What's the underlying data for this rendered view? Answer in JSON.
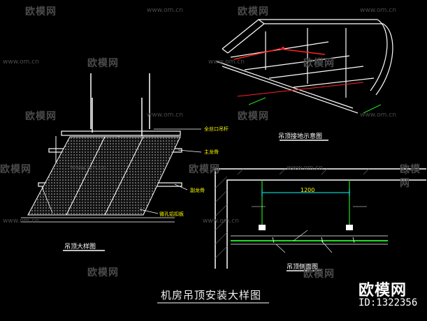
{
  "watermarks": {
    "logo": "欧模网",
    "url": "www.om.cn"
  },
  "drawing": {
    "main_title": "机房吊顶安装大样图",
    "detail_big": "吊顶大样图",
    "detail_ground": "吊顶接地示意图",
    "detail_section": "吊顶侧面图",
    "dimension": "1200",
    "labels": {
      "l1": "全丝口吊杆",
      "l2": "主龙骨",
      "l3": "副龙骨",
      "l4": "微孔铝扣板"
    }
  },
  "brand": {
    "name": "欧模网",
    "id": "ID:1322356"
  }
}
